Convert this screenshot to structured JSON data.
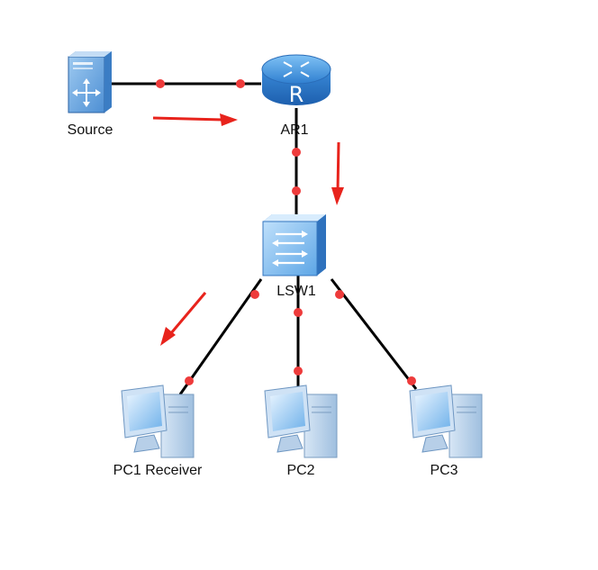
{
  "topology": {
    "nodes": [
      {
        "id": "source",
        "label": "Source",
        "type": "server"
      },
      {
        "id": "ar1",
        "label": "AR1",
        "type": "router"
      },
      {
        "id": "lsw1",
        "label": "LSW1",
        "type": "switch"
      },
      {
        "id": "pc1",
        "label": "PC1 Receiver",
        "type": "pc"
      },
      {
        "id": "pc2",
        "label": "PC2",
        "type": "pc"
      },
      {
        "id": "pc3",
        "label": "PC3",
        "type": "pc"
      }
    ],
    "links": [
      {
        "from": "source",
        "to": "ar1"
      },
      {
        "from": "ar1",
        "to": "lsw1"
      },
      {
        "from": "lsw1",
        "to": "pc1"
      },
      {
        "from": "lsw1",
        "to": "pc2"
      },
      {
        "from": "lsw1",
        "to": "pc3"
      }
    ],
    "flow_arrows": [
      {
        "name": "source-to-ar1"
      },
      {
        "name": "ar1-to-lsw1"
      },
      {
        "name": "lsw1-to-pc1"
      }
    ]
  },
  "colors": {
    "link": "#000000",
    "port_dot": "#ee3b3b",
    "arrow": "#e8231c",
    "device_blue": "#4a8fd6"
  }
}
